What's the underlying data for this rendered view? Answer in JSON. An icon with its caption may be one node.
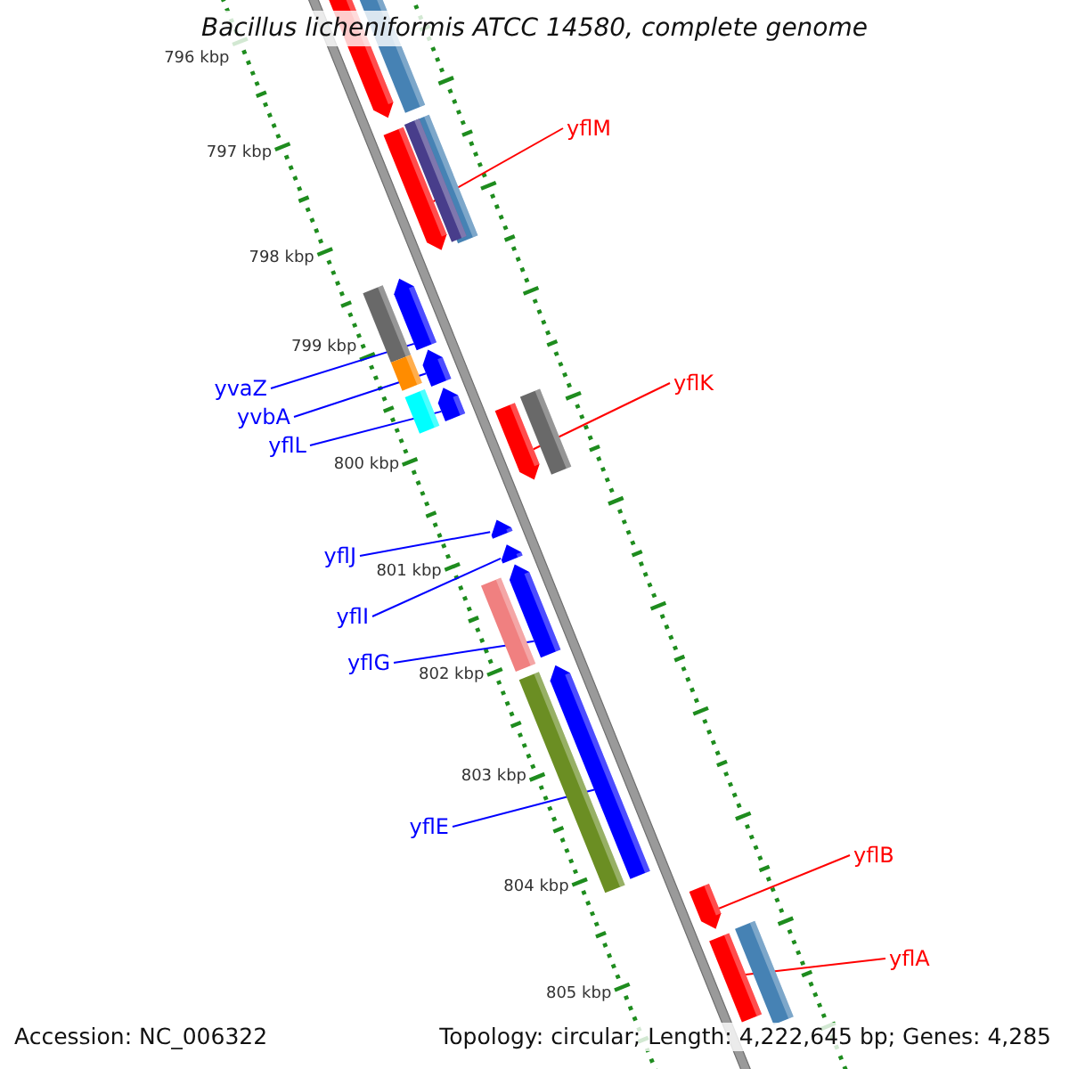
{
  "diagram": {
    "title": "Bacillus licheniformis ATCC 14580, complete genome",
    "nodes": [
      {
        "text": [
          "yflM"
        ]
      },
      {
        "text": [
          "yvaZ"
        ]
      },
      {
        "text": [
          "yflK"
        ]
      },
      {
        "text": [
          "yvbA"
        ]
      },
      {
        "text": [
          "yflL"
        ]
      },
      {
        "text": [
          "yflJ"
        ]
      },
      {
        "text": [
          "yflI"
        ]
      },
      {
        "text": [
          "yflG"
        ]
      },
      {
        "text": [
          "yflE"
        ]
      },
      {
        "text": [
          "yflB"
        ]
      },
      {
        "text": [
          "yflA"
        ]
      },
      {
        "text": [],
        "shape": "bar"
      },
      {
        "text": [],
        "shape": "bar"
      },
      {
        "text": [],
        "shape": "bar"
      },
      {
        "text": [],
        "shape": "bar"
      },
      {
        "text": [],
        "shape": "bar"
      },
      {
        "text": [],
        "shape": "bar"
      },
      {
        "text": [],
        "shape": "bar"
      },
      {
        "text": [],
        "shape": "bar"
      },
      {
        "text": [],
        "shape": "bar"
      },
      {
        "text": [],
        "shape": "bar"
      },
      {
        "text": [],
        "shape": "bar"
      }
    ],
    "edges": [
      {
        "from": 0,
        "to": 11,
        "arrow": "none",
        "color": "#ff0000"
      },
      {
        "from": 1,
        "to": 12,
        "arrow": "none"
      },
      {
        "from": 2,
        "to": 13,
        "arrow": "none",
        "color": "#ff0000"
      },
      {
        "from": 3,
        "to": 14,
        "arrow": "none"
      },
      {
        "from": 4,
        "to": 15,
        "arrow": "none"
      },
      {
        "from": 5,
        "to": 16,
        "arrow": "none"
      },
      {
        "from": 6,
        "to": 17,
        "arrow": "none"
      },
      {
        "from": 7,
        "to": 18,
        "arrow": "none"
      },
      {
        "from": 8,
        "to": 19,
        "arrow": "none"
      },
      {
        "from": 9,
        "to": 20,
        "arrow": "none",
        "color": "#ff0000"
      },
      {
        "from": 10,
        "to": 21,
        "arrow": "none",
        "color": "#ff0000"
      }
    ],
    "labels": [
      "796 kbp",
      "797 kbp",
      "798 kbp",
      "799 kbp",
      "800 kbp",
      "801 kbp",
      "802 kbp",
      "803 kbp",
      "804 kbp",
      "805 kbp",
      "Accession: NC_006322",
      "Topology: circular; Length: 4,222,645 bp; Genes: 4,285"
    ]
  }
}
